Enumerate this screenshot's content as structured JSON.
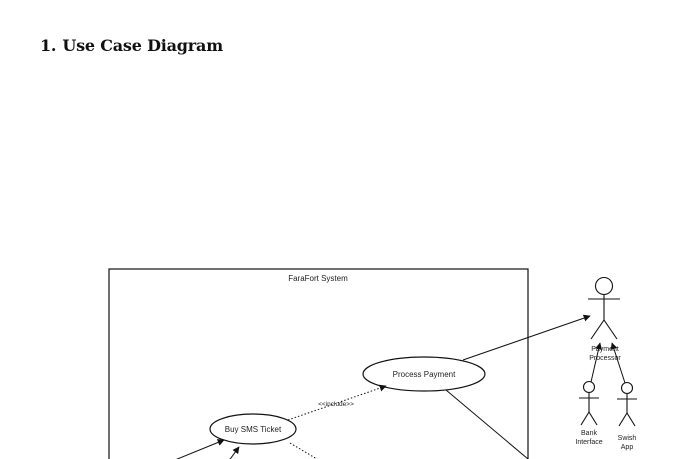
{
  "heading": {
    "number": "1.",
    "title": "Use Case Diagram"
  },
  "diagram": {
    "system_boundary_label": "FaraFort System",
    "use_cases": {
      "process_payment": "Process Payment",
      "buy_sms_ticket": "Buy SMS Ticket"
    },
    "relationships": {
      "include": "<<include>>"
    },
    "actors": {
      "payment_processor": {
        "line1": "Payment",
        "line2": "Processor"
      },
      "bank_interface": {
        "line1": "Bank",
        "line2": "Interface"
      },
      "swish_app": {
        "line1": "Swish",
        "line2": "App"
      }
    }
  }
}
